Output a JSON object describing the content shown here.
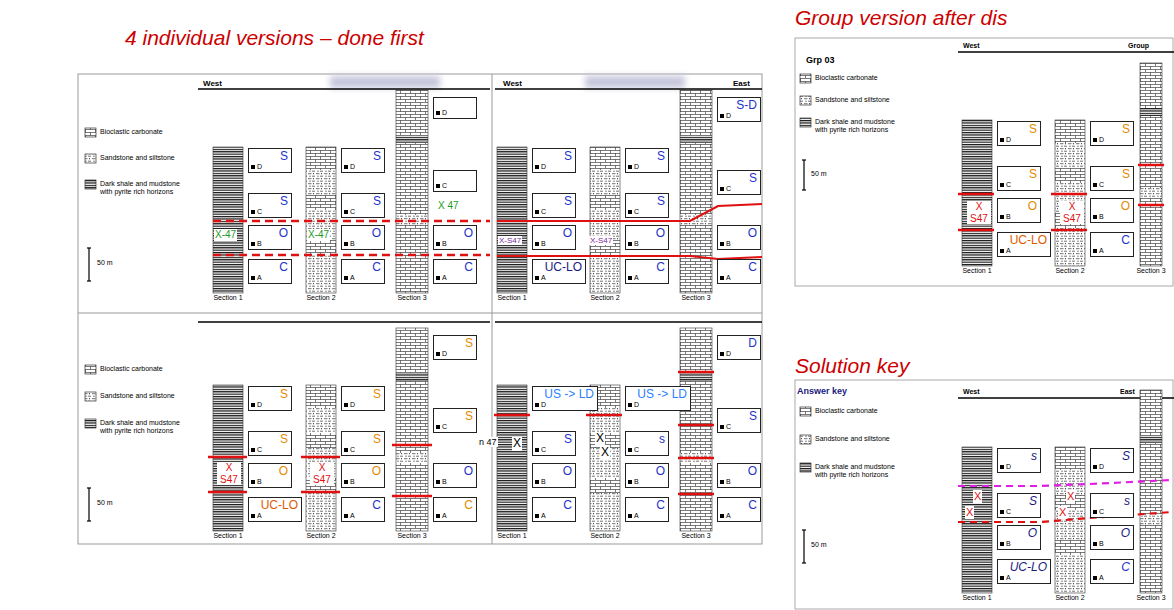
{
  "diagram": {
    "title": "4 individual versions – done first",
    "nodes": [
      {
        "text": [
          "D",
          "S"
        ]
      },
      {
        "text": [
          "C",
          "S"
        ]
      },
      {
        "text": [
          "B",
          "O"
        ]
      },
      {
        "text": [
          "A",
          "C"
        ]
      },
      {
        "text": [
          "D",
          "S"
        ]
      },
      {
        "text": [
          "C",
          "S"
        ]
      },
      {
        "text": [
          "B",
          "O"
        ]
      },
      {
        "text": [
          "A",
          "C"
        ]
      },
      {
        "text": [
          "D"
        ]
      },
      {
        "text": [
          "C"
        ]
      },
      {
        "text": [
          "B",
          "O"
        ]
      },
      {
        "text": [
          "A",
          "C"
        ]
      },
      {
        "text": [
          "D",
          "S"
        ]
      },
      {
        "text": [
          "C",
          "S"
        ]
      },
      {
        "text": [
          "B",
          "O"
        ]
      },
      {
        "text": [
          "A",
          "UC-LO"
        ]
      },
      {
        "text": [
          "D",
          "S"
        ]
      },
      {
        "text": [
          "C",
          "S"
        ]
      },
      {
        "text": [
          "B",
          "O"
        ]
      },
      {
        "text": [
          "A",
          "C"
        ]
      },
      {
        "text": [
          "D",
          "S-D"
        ]
      },
      {
        "text": [
          "C",
          "S"
        ]
      },
      {
        "text": [
          "B",
          "O"
        ]
      },
      {
        "text": [
          "A",
          "C"
        ]
      },
      {
        "text": [
          "D",
          "S"
        ]
      },
      {
        "text": [
          "C",
          "S"
        ]
      },
      {
        "text": [
          "B",
          "O"
        ]
      },
      {
        "text": [
          "A",
          "UC-LO"
        ]
      },
      {
        "text": [
          "D",
          "S"
        ]
      },
      {
        "text": [
          "C",
          "S"
        ]
      },
      {
        "text": [
          "B",
          "O"
        ]
      },
      {
        "text": [
          "A",
          "C"
        ]
      },
      {
        "text": [
          "D",
          "S"
        ]
      },
      {
        "text": [
          "C",
          "S"
        ]
      },
      {
        "text": [
          "B",
          "O"
        ]
      },
      {
        "text": [
          "A",
          "C"
        ]
      },
      {
        "text": [
          "D",
          "US -> LD"
        ]
      },
      {
        "text": [
          "C",
          "S"
        ]
      },
      {
        "text": [
          "B",
          "O"
        ]
      },
      {
        "text": [
          "A",
          "C"
        ]
      },
      {
        "text": [
          "D",
          "US -> LD"
        ]
      },
      {
        "text": [
          "C",
          "s"
        ]
      },
      {
        "text": [
          "B",
          "O"
        ]
      },
      {
        "text": [
          "A",
          "C"
        ]
      },
      {
        "text": [
          "D",
          "D"
        ]
      },
      {
        "text": [
          "C",
          "S"
        ]
      },
      {
        "text": [
          "B",
          "O"
        ]
      },
      {
        "text": [
          "A",
          "C"
        ]
      },
      {
        "text": [
          "D",
          "S"
        ]
      },
      {
        "text": [
          "C",
          "S"
        ]
      },
      {
        "text": [
          "B",
          "O"
        ]
      },
      {
        "text": [
          "A",
          "UC-LO"
        ]
      },
      {
        "text": [
          "D",
          "S"
        ]
      },
      {
        "text": [
          "C",
          "S"
        ]
      },
      {
        "text": [
          "B",
          "O"
        ]
      },
      {
        "text": [
          "A",
          "C"
        ]
      },
      {
        "text": [
          "D",
          "s"
        ]
      },
      {
        "text": [
          "C",
          "S"
        ]
      },
      {
        "text": [
          "B",
          "O"
        ]
      },
      {
        "text": [
          "A",
          "UC-LO"
        ]
      },
      {
        "text": [
          "D",
          "S"
        ]
      },
      {
        "text": [
          "C",
          "s"
        ]
      },
      {
        "text": [
          "B",
          "O"
        ]
      },
      {
        "text": [
          "A",
          "C"
        ]
      }
    ],
    "labels": [
      "West",
      "50 m",
      "Section 1",
      "Section 2",
      "Section 3",
      "X-47",
      "X-47",
      "X 47",
      "West",
      "East",
      "Section 1",
      "Section 2",
      "Section 3",
      "X-S47",
      "X-S47",
      "50 m",
      "Section 1",
      "Section 2",
      "Section 3",
      "X S47",
      "X S47",
      "Section 1",
      "Section 2",
      "Section 3",
      "n 47",
      "X",
      "X",
      "X",
      "Group version after dis",
      "Grp 03",
      "West",
      "Group",
      "50 m",
      "Section 1",
      "Section 2",
      "Section 3",
      "X S47",
      "X S47",
      "Solution key",
      "Answer key",
      "West",
      "East",
      "50 m",
      "Section 1",
      "Section 2",
      "Section 3",
      "X",
      "X",
      "X",
      "X"
    ],
    "legend": [
      {
        "text": "Bioclastic carbonate"
      },
      {
        "text": "Sandstone and siltstone"
      },
      {
        "text": "Dark shale and mudstone with pyrite rich horizons"
      },
      {
        "text": "Bioclastic carbonate"
      },
      {
        "text": "Sandstone and siltstone"
      },
      {
        "text": "Dark shale and mudstone with pyrite rich horizons"
      },
      {
        "text": "Bioclastic carbonate"
      },
      {
        "text": "Sandstone and siltstone"
      },
      {
        "text": "Dark shale and mudstone with pyrite rich horizons"
      },
      {
        "text": "Bioclastic carbonate"
      },
      {
        "text": "Sandstone and siltstone"
      },
      {
        "text": "Dark shale and mudstone with pyrite rich horizons"
      }
    ]
  }
}
